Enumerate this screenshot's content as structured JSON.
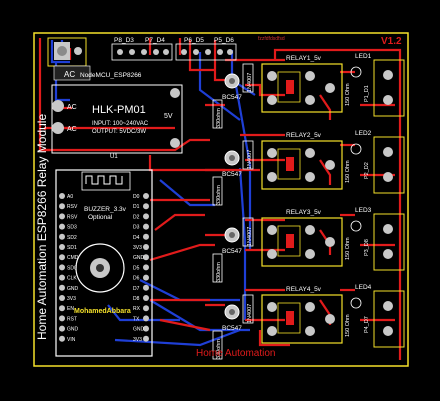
{
  "board": {
    "colors": {
      "background": "#000000",
      "outline": "#f5e12a",
      "top_trace": "#e11b1b",
      "bottom_trace": "#1f3fd6",
      "silkscreen": "#ffffff",
      "pad": "#c8c8c8",
      "relay_outline": "#f5e12a"
    },
    "side_title": "Home Automation ESP8266 Relay Module",
    "version": "V1.2",
    "bottom_label": "Home Automation",
    "top_right_text": "fzzfdfdsdfsd"
  },
  "connector": {
    "header_label": "AC",
    "module_label": "NodeMCU_ESP8266"
  },
  "power_module": {
    "name": "HLK-PM01",
    "input": "INPUT: 100~240VAC",
    "output": "OUTPUT: 5VDC/3W",
    "ac_left": "AC",
    "ac_right": "AC",
    "five_v": "5V",
    "ref": "U1"
  },
  "pin_headers": [
    "P8_D3",
    "P7_D4",
    "P6_D5",
    "P5_D6"
  ],
  "nodemcu": {
    "buzzer_label": "BUZZER_3.3v",
    "buzzer_note": "Optional",
    "author": "MohamedAbbara",
    "left_pins": [
      "A0",
      "RSV",
      "RSV",
      "SD3",
      "SD2",
      "SD1",
      "CMD",
      "SD0",
      "CLK",
      "GND",
      "3V3",
      "EN",
      "RST",
      "GND",
      "VIN"
    ],
    "right_pins": [
      "D0",
      "D1",
      "D2",
      "D3",
      "D4",
      "3V3",
      "GND",
      "D5",
      "D6",
      "D7",
      "D8",
      "RX",
      "TX",
      "GND",
      "3V3"
    ]
  },
  "channels": [
    {
      "relay": "RELAY1_5v",
      "led": "LED1",
      "transistor": "BC547",
      "diode": "1N4007",
      "resistor_base": "330ohm",
      "resistor_led": "150 Ohm",
      "terminal": "P1_D1"
    },
    {
      "relay": "RELAY2_5v",
      "led": "LED2",
      "transistor": "BC547",
      "diode": "1N4007",
      "resistor_base": "330ohm",
      "resistor_led": "150 Ohm",
      "terminal": "P2_D2"
    },
    {
      "relay": "RELAY3_5v",
      "led": "LED3",
      "transistor": "BC547",
      "diode": "1N4007",
      "resistor_base": "330ohm",
      "resistor_led": "150 Ohm",
      "terminal": "P3_D8"
    },
    {
      "relay": "RELAY4_5v",
      "led": "LED4",
      "transistor": "BC547",
      "diode": "1N4007",
      "resistor_base": "330ohm",
      "resistor_led": "150 Ohm",
      "terminal": "P4_D7"
    }
  ]
}
